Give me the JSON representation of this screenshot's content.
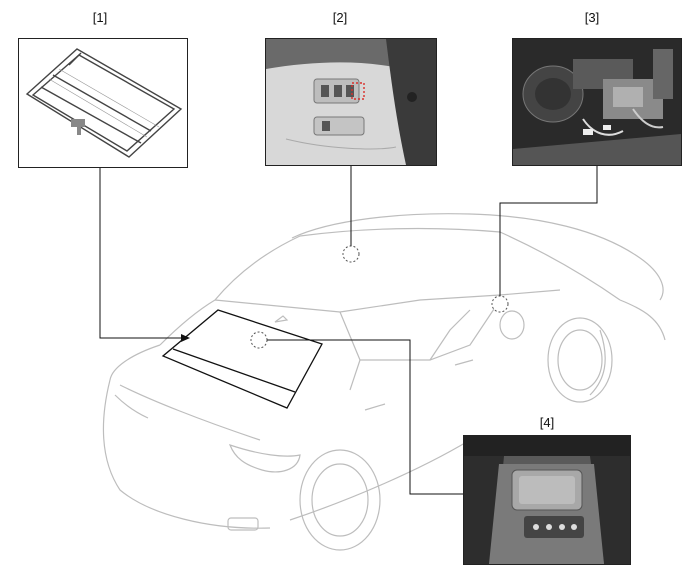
{
  "callouts": [
    {
      "label": "[1]",
      "subject": "sunshade-roller-assembly"
    },
    {
      "label": "[2]",
      "subject": "sunshade-switch-on-dashboard"
    },
    {
      "label": "[3]",
      "subject": "electronic-module-behind-panel"
    },
    {
      "label": "[4]",
      "subject": "rear-console-switch-panel"
    }
  ],
  "colors": {
    "line": "#111111",
    "car_outline": "#b8b8b8",
    "switch_highlight": "#d9302c"
  }
}
